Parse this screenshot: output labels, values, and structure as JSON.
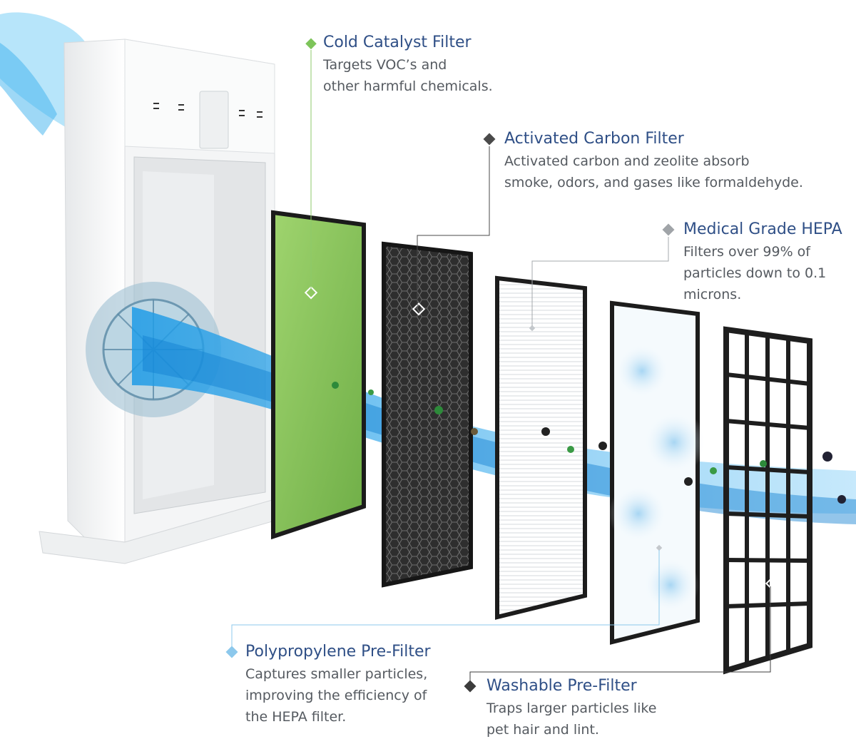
{
  "callouts": {
    "cold_catalyst": {
      "title": "Cold Catalyst Filter",
      "lines": [
        "Targets VOC’s and",
        "other harmful chemicals."
      ],
      "marker_color": "#7dc45a"
    },
    "activated_carbon": {
      "title": "Activated Carbon Filter",
      "lines": [
        "Activated carbon and zeolite absorb",
        "smoke, odors, and gases like formaldehyde."
      ],
      "marker_color": "#4a4a4a"
    },
    "hepa": {
      "title": "Medical Grade HEPA",
      "lines": [
        "Filters over 99% of",
        "particles down to 0.1",
        "microns."
      ],
      "marker_color": "#a0a4a8"
    },
    "polypropylene": {
      "title": "Polypropylene Pre-Filter",
      "lines": [
        "Captures smaller particles,",
        "improving the efficiency of",
        "the HEPA filter."
      ],
      "marker_color": "#8cc8ec"
    },
    "washable": {
      "title": "Washable Pre-Filter",
      "lines": [
        "Traps larger particles like",
        "pet hair and lint."
      ],
      "marker_color": "#3c3c3c"
    }
  },
  "colors": {
    "title_text": "#2f4f86",
    "body_text": "#555a60",
    "airflow": "#1e9be6",
    "catalyst_green": "#86c25a",
    "carbon_dark": "#3a3a3a"
  }
}
